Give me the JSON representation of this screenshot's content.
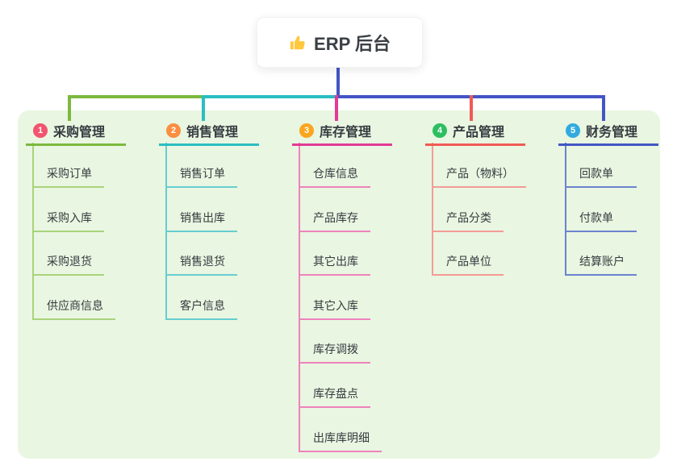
{
  "root": {
    "label": "ERP 后台",
    "icon": "thumbs-up-icon",
    "icon_color": "#ffc83d"
  },
  "colors": {
    "panel_bg": "#e9f6e1",
    "stem_blue": "#4355c4",
    "text": "#363b40",
    "card_bg": "#ffffff"
  },
  "branches": [
    {
      "num": "1",
      "label": "采购管理",
      "badge_color": "#f1546e",
      "line_color": "#7cb93e",
      "child_line_color": "#a9d37b",
      "children": [
        "采购订单",
        "采购入库",
        "采购退货",
        "供应商信息"
      ]
    },
    {
      "num": "2",
      "label": "销售管理",
      "badge_color": "#fb8e3f",
      "line_color": "#2abec1",
      "child_line_color": "#66ced1",
      "children": [
        "销售订单",
        "销售出库",
        "销售退货",
        "客户信息"
      ]
    },
    {
      "num": "3",
      "label": "库存管理",
      "badge_color": "#fba51f",
      "line_color": "#e23a95",
      "child_line_color": "#ee82bc",
      "children": [
        "仓库信息",
        "产品库存",
        "其它出库",
        "其它入库",
        "库存调拨",
        "库存盘点",
        "出库库明细"
      ]
    },
    {
      "num": "4",
      "label": "产品管理",
      "badge_color": "#2dbe60",
      "line_color": "#f15a55",
      "child_line_color": "#f49b97",
      "children": [
        "产品（物料）",
        "产品分类",
        "产品单位"
      ]
    },
    {
      "num": "5",
      "label": "财务管理",
      "badge_color": "#31abdf",
      "line_color": "#4355c4",
      "child_line_color": "#6b83cf",
      "children": [
        "回款单",
        "付款单",
        "结算账户"
      ]
    }
  ]
}
